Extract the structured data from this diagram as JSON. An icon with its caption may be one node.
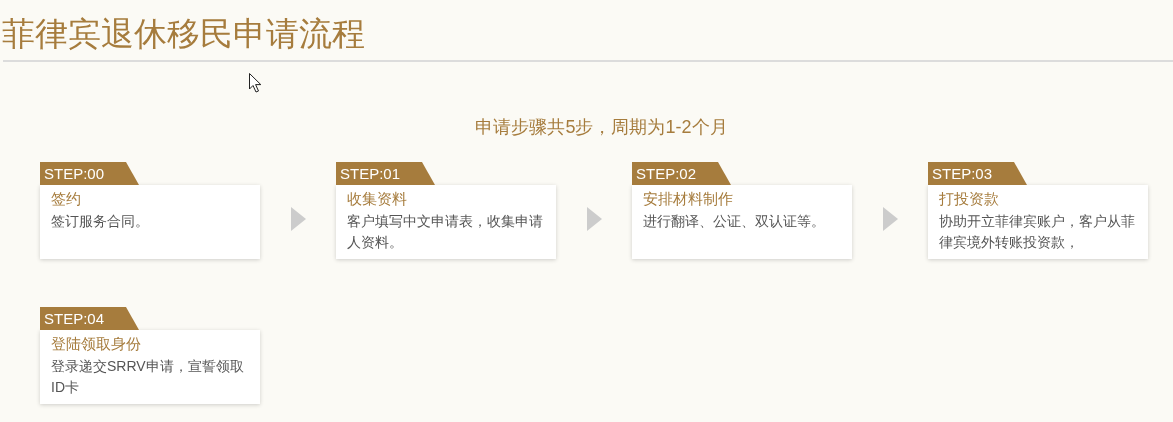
{
  "diagram": {
    "title": "菲律宾退休移民申请流程",
    "nodes": [
      {
        "text": [
          "STEP:00",
          "签约",
          "签订服务合同。"
        ]
      },
      {
        "text": [
          "STEP:01",
          "收集资料",
          "客户填写中文申请表，收集申请人资料。"
        ]
      },
      {
        "text": [
          "STEP:02",
          "安排材料制作",
          "进行翻译、公证、双认证等。"
        ]
      },
      {
        "text": [
          "STEP:03",
          "打投资款",
          "协助开立菲律宾账户，客户从菲律宾境外转账投资款，"
        ]
      },
      {
        "text": [
          "STEP:04",
          "登陆领取身份",
          "登录递交SRRV申请，宣誓领取ID卡"
        ]
      }
    ],
    "edges": [
      {
        "from": 0,
        "to": 1,
        "arrow": "to"
      },
      {
        "from": 1,
        "to": 2,
        "arrow": "to"
      },
      {
        "from": 2,
        "to": 3,
        "arrow": "to"
      }
    ],
    "labels": [
      "申请步骤共5步，周期为1-2个月"
    ]
  }
}
